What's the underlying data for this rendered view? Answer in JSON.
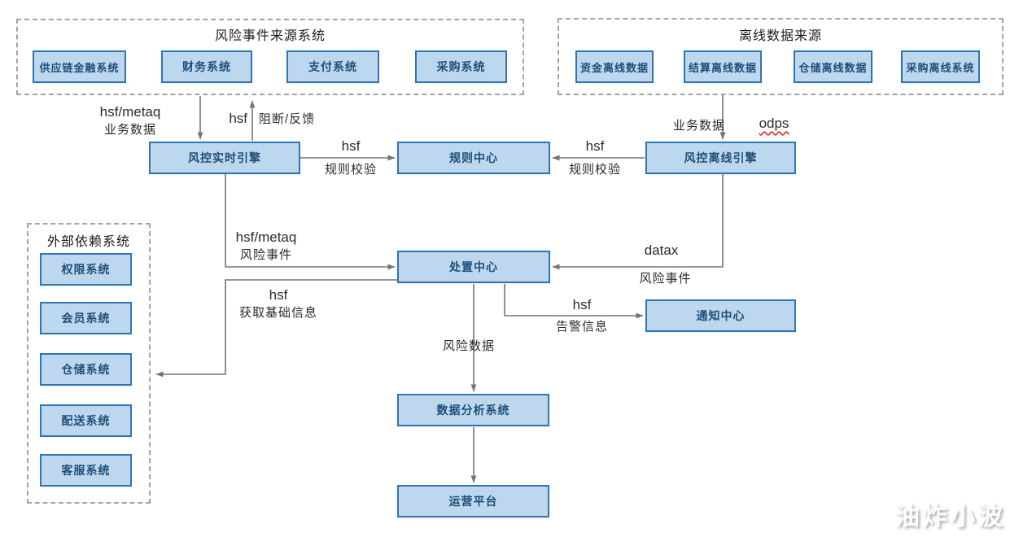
{
  "diagram": {
    "groups": {
      "risk_sources": {
        "title": "风险事件来源系统",
        "items": [
          "供应链金融系统",
          "财务系统",
          "支付系统",
          "采购系统"
        ]
      },
      "offline_sources": {
        "title": "离线数据来源",
        "items": [
          "资金离线数据",
          "结算离线数据",
          "仓储离线数据",
          "采购离线系统"
        ]
      },
      "external_deps": {
        "title": "外部依赖系统",
        "items": [
          "权限系统",
          "会员系统",
          "仓储系统",
          "配送系统",
          "客服系统"
        ]
      }
    },
    "nodes": {
      "realtime_engine": "风控实时引擎",
      "rule_center": "规则中心",
      "offline_engine": "风控离线引擎",
      "disposal_center": "处置中心",
      "notify_center": "通知中心",
      "data_analysis": "数据分析系统",
      "ops_platform": "运营平台"
    },
    "edge_labels": {
      "realtime_in_proto": "hsf/metaq",
      "realtime_in_data": "业务数据",
      "block_proto": "hsf",
      "block_text": "阻断/反馈",
      "realtime_rule_proto": "hsf",
      "realtime_rule_text": "规则校验",
      "offline_rule_proto": "hsf",
      "offline_rule_text": "规则校验",
      "offline_in_data": "业务数据",
      "offline_in_proto": "odps",
      "risk_event_proto": "hsf/metaq",
      "risk_event_text": "风险事件",
      "datax_proto": "datax",
      "datax_text": "风险事件",
      "basic_info_proto": "hsf",
      "basic_info_text": "获取基础信息",
      "alert_proto": "hsf",
      "alert_text": "告警信息",
      "risk_data_text": "风险数据"
    },
    "colors": {
      "node_fill": "#bdd7ee",
      "node_border": "#2e75b6",
      "node_text": "#1f4e79",
      "line": "#757575",
      "dashed_border": "#a3a3a3",
      "odps_underline": "#e03131"
    },
    "watermark": "油炸小波"
  }
}
